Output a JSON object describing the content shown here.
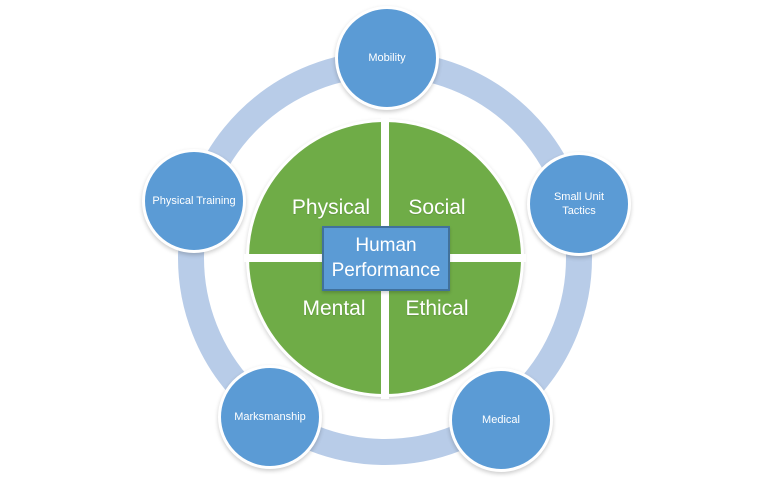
{
  "diagram": {
    "type": "cycle-hub-diagram",
    "center": {
      "label": "Human Performance"
    },
    "quadrants": [
      {
        "label": "Physical",
        "position": "top-left"
      },
      {
        "label": "Social",
        "position": "top-right"
      },
      {
        "label": "Mental",
        "position": "bottom-left"
      },
      {
        "label": "Ethical",
        "position": "bottom-right"
      }
    ],
    "satellites": [
      {
        "label": "Mobility",
        "position": "top"
      },
      {
        "label": "Small Unit Tactics",
        "position": "right"
      },
      {
        "label": "Medical",
        "position": "bottom-right"
      },
      {
        "label": "Marksmanship",
        "position": "bottom-left"
      },
      {
        "label": "Physical Training",
        "position": "left"
      }
    ],
    "colors": {
      "satellite_fill": "#5B9BD5",
      "ring": "#B8CCE8",
      "quadrant_fill": "#6FAC47",
      "center_fill": "#5B9BD5",
      "center_border": "#41719C",
      "divider": "#FFFFFF",
      "text": "#FFFFFF"
    }
  }
}
